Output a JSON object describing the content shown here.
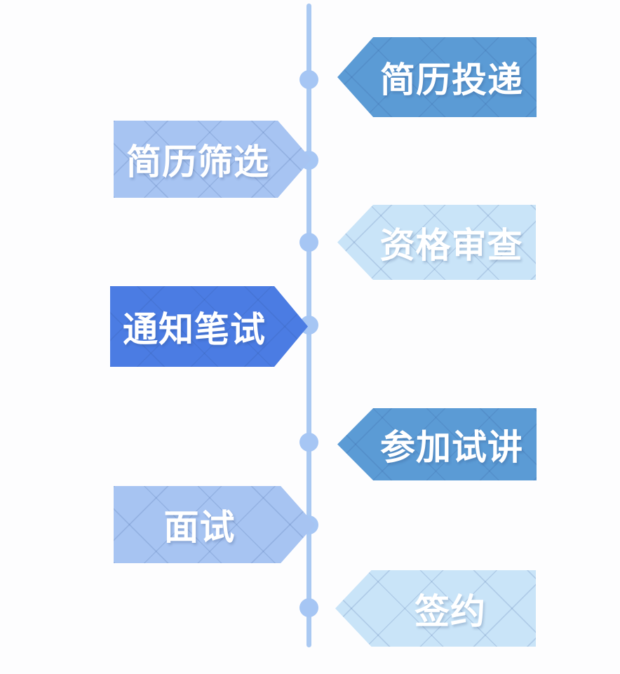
{
  "timeline": {
    "line_color": "#aac9f2",
    "node_color": "#a6c6f4",
    "steps": [
      {
        "label": "简历投递",
        "side": "right",
        "color": "#5b9bd5"
      },
      {
        "label": "简历筛选",
        "side": "left",
        "color": "#a7c4f2"
      },
      {
        "label": "资格审查",
        "side": "right",
        "color": "#c9e4f8"
      },
      {
        "label": "通知笔试",
        "side": "left",
        "color": "#4b7ce3"
      },
      {
        "label": "参加试讲",
        "side": "right",
        "color": "#5b9bd5"
      },
      {
        "label": "面试",
        "side": "left",
        "color": "#a7c4f2"
      },
      {
        "label": "签约",
        "side": "right",
        "color": "#c9e4f8"
      }
    ]
  }
}
